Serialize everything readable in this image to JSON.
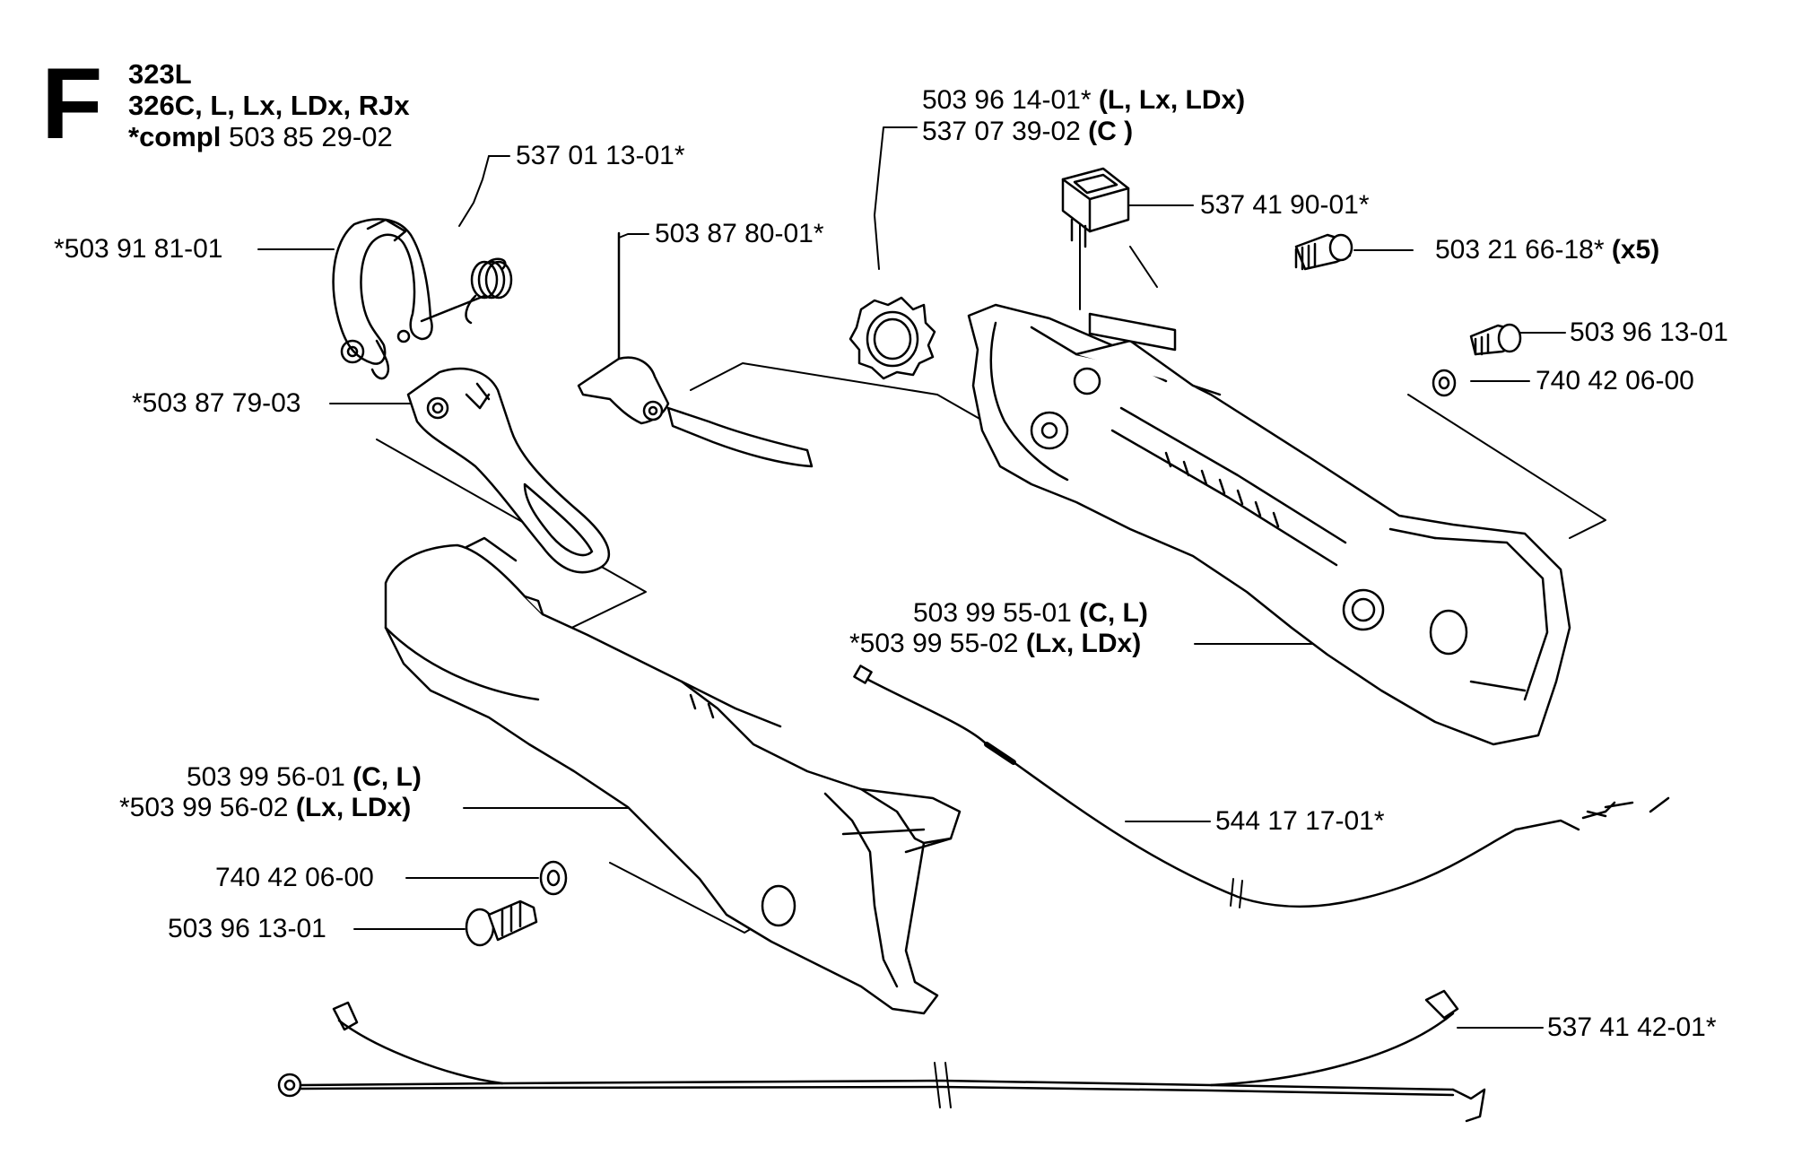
{
  "header": {
    "section_letter": "F",
    "model_line": "323L",
    "variants_line": "326C, L, Lx, LDx, RJx",
    "compl_prefix": "*compl",
    "compl_number": "503 85 29-02"
  },
  "callouts": {
    "c_503911801": {
      "part": "*503 91 81-01",
      "variant": ""
    },
    "c_537011301": {
      "part": "537 01 13-01*",
      "variant": ""
    },
    "c_503878001": {
      "part": "503 87 80-01*",
      "variant": ""
    },
    "c_503877903": {
      "part": "*503 87 79-03",
      "variant": ""
    },
    "c_503961401": {
      "part": "503 96 14-01*",
      "variant": "(L, Lx, LDx)"
    },
    "c_537073902": {
      "part": "537 07 39-02",
      "variant": "(C )"
    },
    "c_537419001": {
      "part": "537 41 90-01*",
      "variant": ""
    },
    "c_503216618": {
      "part": "503 21 66-18*",
      "variant": "(x5)"
    },
    "c_503961301_r": {
      "part": "503 96 13-01",
      "variant": ""
    },
    "c_740420600_r": {
      "part": "740 42 06-00",
      "variant": ""
    },
    "c_503995501": {
      "part": "503 99 55-01",
      "variant": "(C, L)"
    },
    "c_503995502": {
      "part": "*503 99 55-02",
      "variant": "(Lx, LDx)"
    },
    "c_503995601": {
      "part": "503 99 56-01",
      "variant": "(C, L)"
    },
    "c_503995602": {
      "part": "*503 99 56-02",
      "variant": "(Lx, LDx)"
    },
    "c_544171701": {
      "part": "544 17 17-01*",
      "variant": ""
    },
    "c_740420600_l": {
      "part": "740 42 06-00",
      "variant": ""
    },
    "c_503961301_l": {
      "part": "503 96 13-01",
      "variant": ""
    },
    "c_537414201": {
      "part": "537 41 42-01*",
      "variant": ""
    }
  },
  "colors": {
    "ink": "#000000",
    "paper": "#ffffff",
    "shade": "#d9d9d9"
  }
}
